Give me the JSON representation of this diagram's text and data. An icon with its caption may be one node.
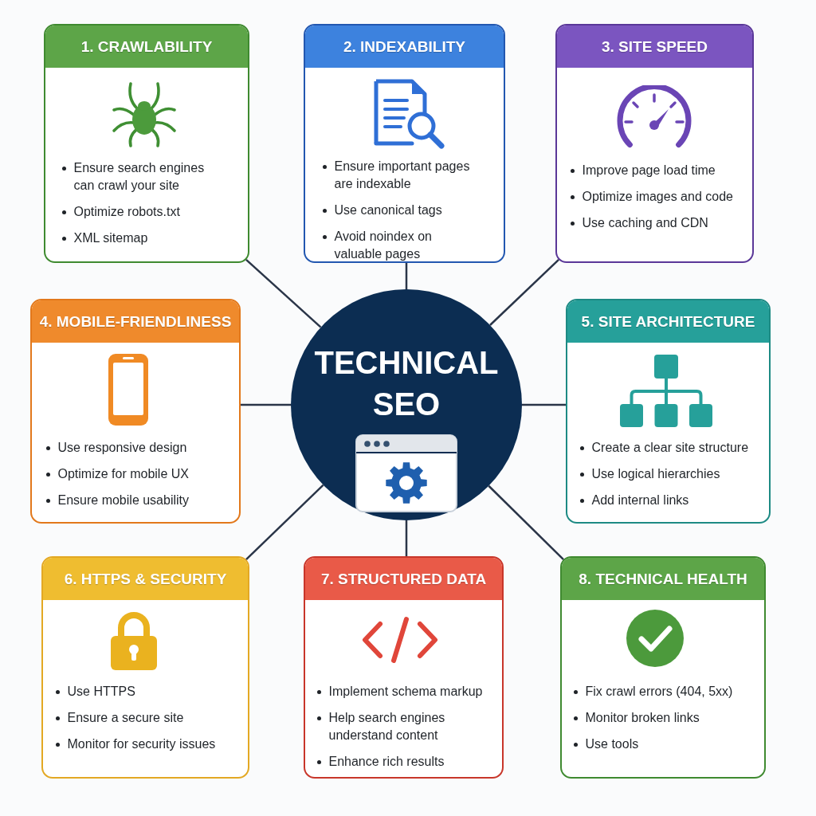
{
  "diagram": {
    "nodes": [
      {
        "text": [
          "1. CRAWLABILITY",
          "Ensure search engines can crawl your site",
          "Optimize robots.txt",
          "XML sitemap"
        ]
      },
      {
        "text": [
          "2. INDEXABILITY",
          "Ensure important pages are indexable",
          "Use canonical tags",
          "Avoid noindex on valuable pages"
        ]
      },
      {
        "text": [
          "3. SITE SPEED",
          "Improve page load time",
          "Optimize images and code",
          "Use caching and CDN"
        ]
      },
      {
        "text": [
          "4. MOBILE-FRIENDLINESS",
          "Use responsive design",
          "Optimize for mobile UX",
          "Ensure mobile usability"
        ]
      },
      {
        "text": [
          "TECHNICAL SEO"
        ]
      },
      {
        "text": [
          "5. SITE ARCHITECTURE",
          "Create a clear site structure",
          "Use logical hierarchies",
          "Add internal links"
        ]
      },
      {
        "text": [
          "6. HTTPS & SECURITY",
          "Use HTTPS",
          "Ensure a secure site",
          "Monitor for security issues"
        ]
      },
      {
        "text": [
          "7. STRUCTURED DATA",
          "Implement schema markup",
          "Help search engines understand content",
          "Enhance rich results"
        ]
      },
      {
        "text": [
          "8. TECHNICAL HEALTH",
          "Fix crawl errors (404, 5xx)",
          "Monitor broken links",
          "Use tools"
        ]
      }
    ],
    "edges": [
      {
        "from": 4,
        "to": 0,
        "arrow": "none"
      },
      {
        "from": 4,
        "to": 1,
        "arrow": "none"
      },
      {
        "from": 4,
        "to": 2,
        "arrow": "none"
      },
      {
        "from": 4,
        "to": 3,
        "arrow": "none"
      },
      {
        "from": 4,
        "to": 5,
        "arrow": "none"
      },
      {
        "from": 4,
        "to": 6,
        "arrow": "none"
      },
      {
        "from": 4,
        "to": 7,
        "arrow": "none"
      },
      {
        "from": 4,
        "to": 8,
        "arrow": "none"
      }
    ]
  }
}
